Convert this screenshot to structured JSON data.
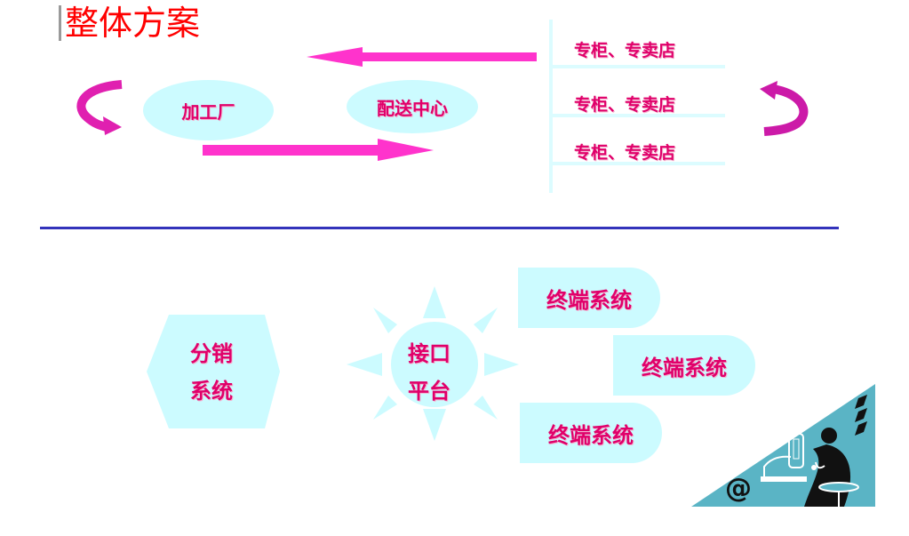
{
  "title": "整体方案",
  "supply_chain": {
    "factory": "加工厂",
    "distribution_center": "配送中心",
    "stores": [
      "专柜、专卖店",
      "专柜、专卖店",
      "专柜、专卖店"
    ]
  },
  "system": {
    "distribution_system": [
      "分销",
      "系统"
    ],
    "interface_platform": [
      "接口",
      "平台"
    ],
    "terminals": [
      "终端系统",
      "终端系统",
      "终端系统"
    ]
  },
  "clipart": {
    "symbol": "@"
  },
  "colors": {
    "title": "#ff0000",
    "label": "#e0006a",
    "arrow": "#ff33cc",
    "shape_fill": "#ccfbff",
    "divider": "#3333bb",
    "clipart": "#5ab4c5"
  }
}
